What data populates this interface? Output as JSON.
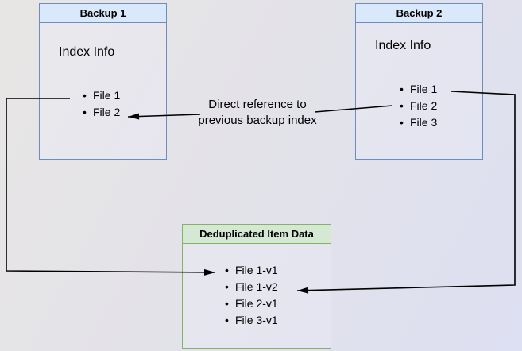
{
  "colors": {
    "blue_fill": "#dae8fc",
    "blue_border": "#6c8ebf",
    "green_fill": "#d5e8d4",
    "green_border": "#82b366",
    "arrow": "#000000",
    "bg_from": "#e8e6e4",
    "bg_to": "#dde0f2"
  },
  "backup1": {
    "title": "Backup 1",
    "subtitle": "Index Info",
    "items": [
      "File 1",
      "File 2"
    ]
  },
  "backup2": {
    "title": "Backup 2",
    "subtitle": "Index Info",
    "items": [
      "File 1",
      "File 2",
      "File 3"
    ]
  },
  "dedup": {
    "title": "Deduplicated Item Data",
    "items": [
      "File 1-v1",
      "File 1-v2",
      "File 2-v1",
      "File 3-v1"
    ]
  },
  "edge_label": {
    "line1": "Direct reference to",
    "line2": "previous backup index"
  }
}
